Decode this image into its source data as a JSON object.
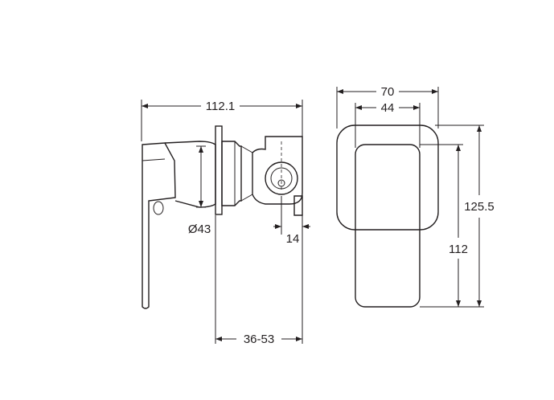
{
  "dimensions": {
    "side_overall_length": "112.1",
    "side_body_diameter": "Ø43",
    "side_outlet_width": "14",
    "side_wall_depth_range": "36-53",
    "front_plate_width": "70",
    "front_lever_width": "44",
    "front_plate_height": "125.5",
    "front_lever_height": "112"
  },
  "colors": {
    "line": "#231f20",
    "background": "#ffffff"
  }
}
